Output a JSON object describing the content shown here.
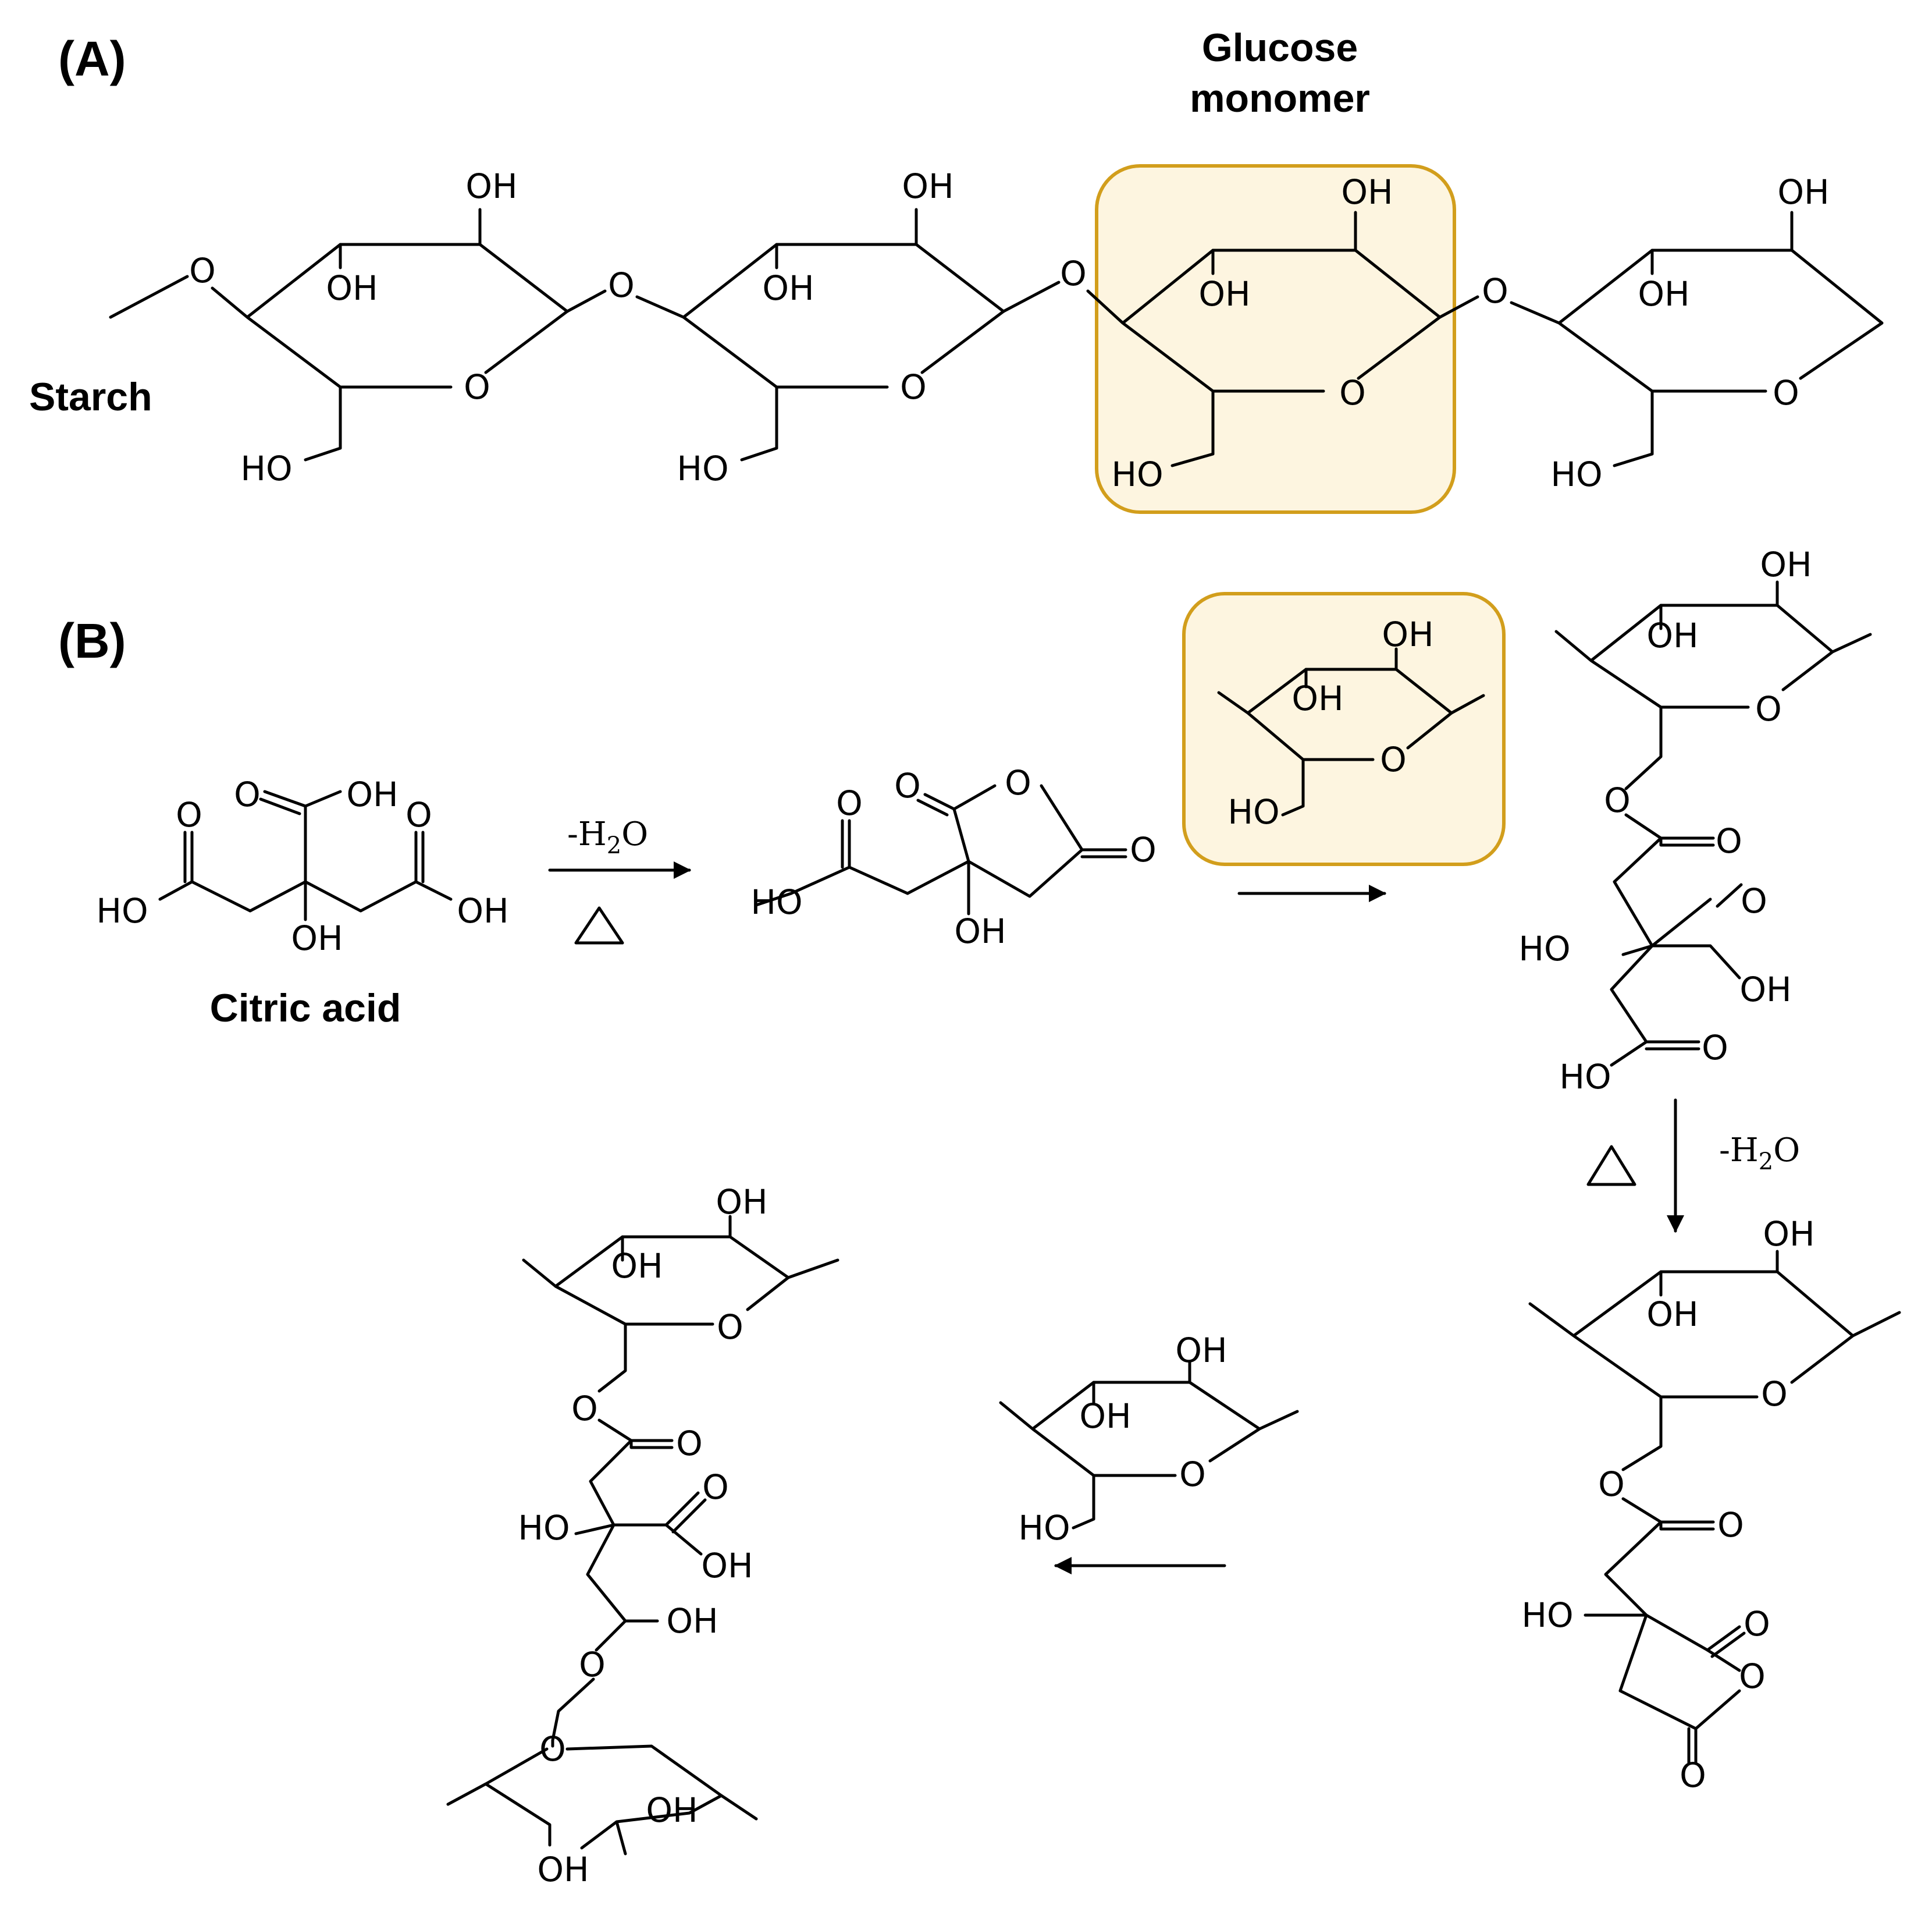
{
  "panels": {
    "a": "(A)",
    "b": "(B)"
  },
  "labels": {
    "glucose_line1": "Glucose",
    "glucose_line2": "monomer",
    "starch": "Starch",
    "citric_acid": "Citric acid"
  },
  "atoms": {
    "oh": "OH",
    "ho": "HO",
    "o": "O"
  },
  "conditions": {
    "minus": "-H",
    "two": "2",
    "oxygen": "O"
  },
  "colors": {
    "highlight_fill": "#fdf5e0",
    "highlight_stroke": "#d29e1c",
    "ink": "#000000"
  }
}
